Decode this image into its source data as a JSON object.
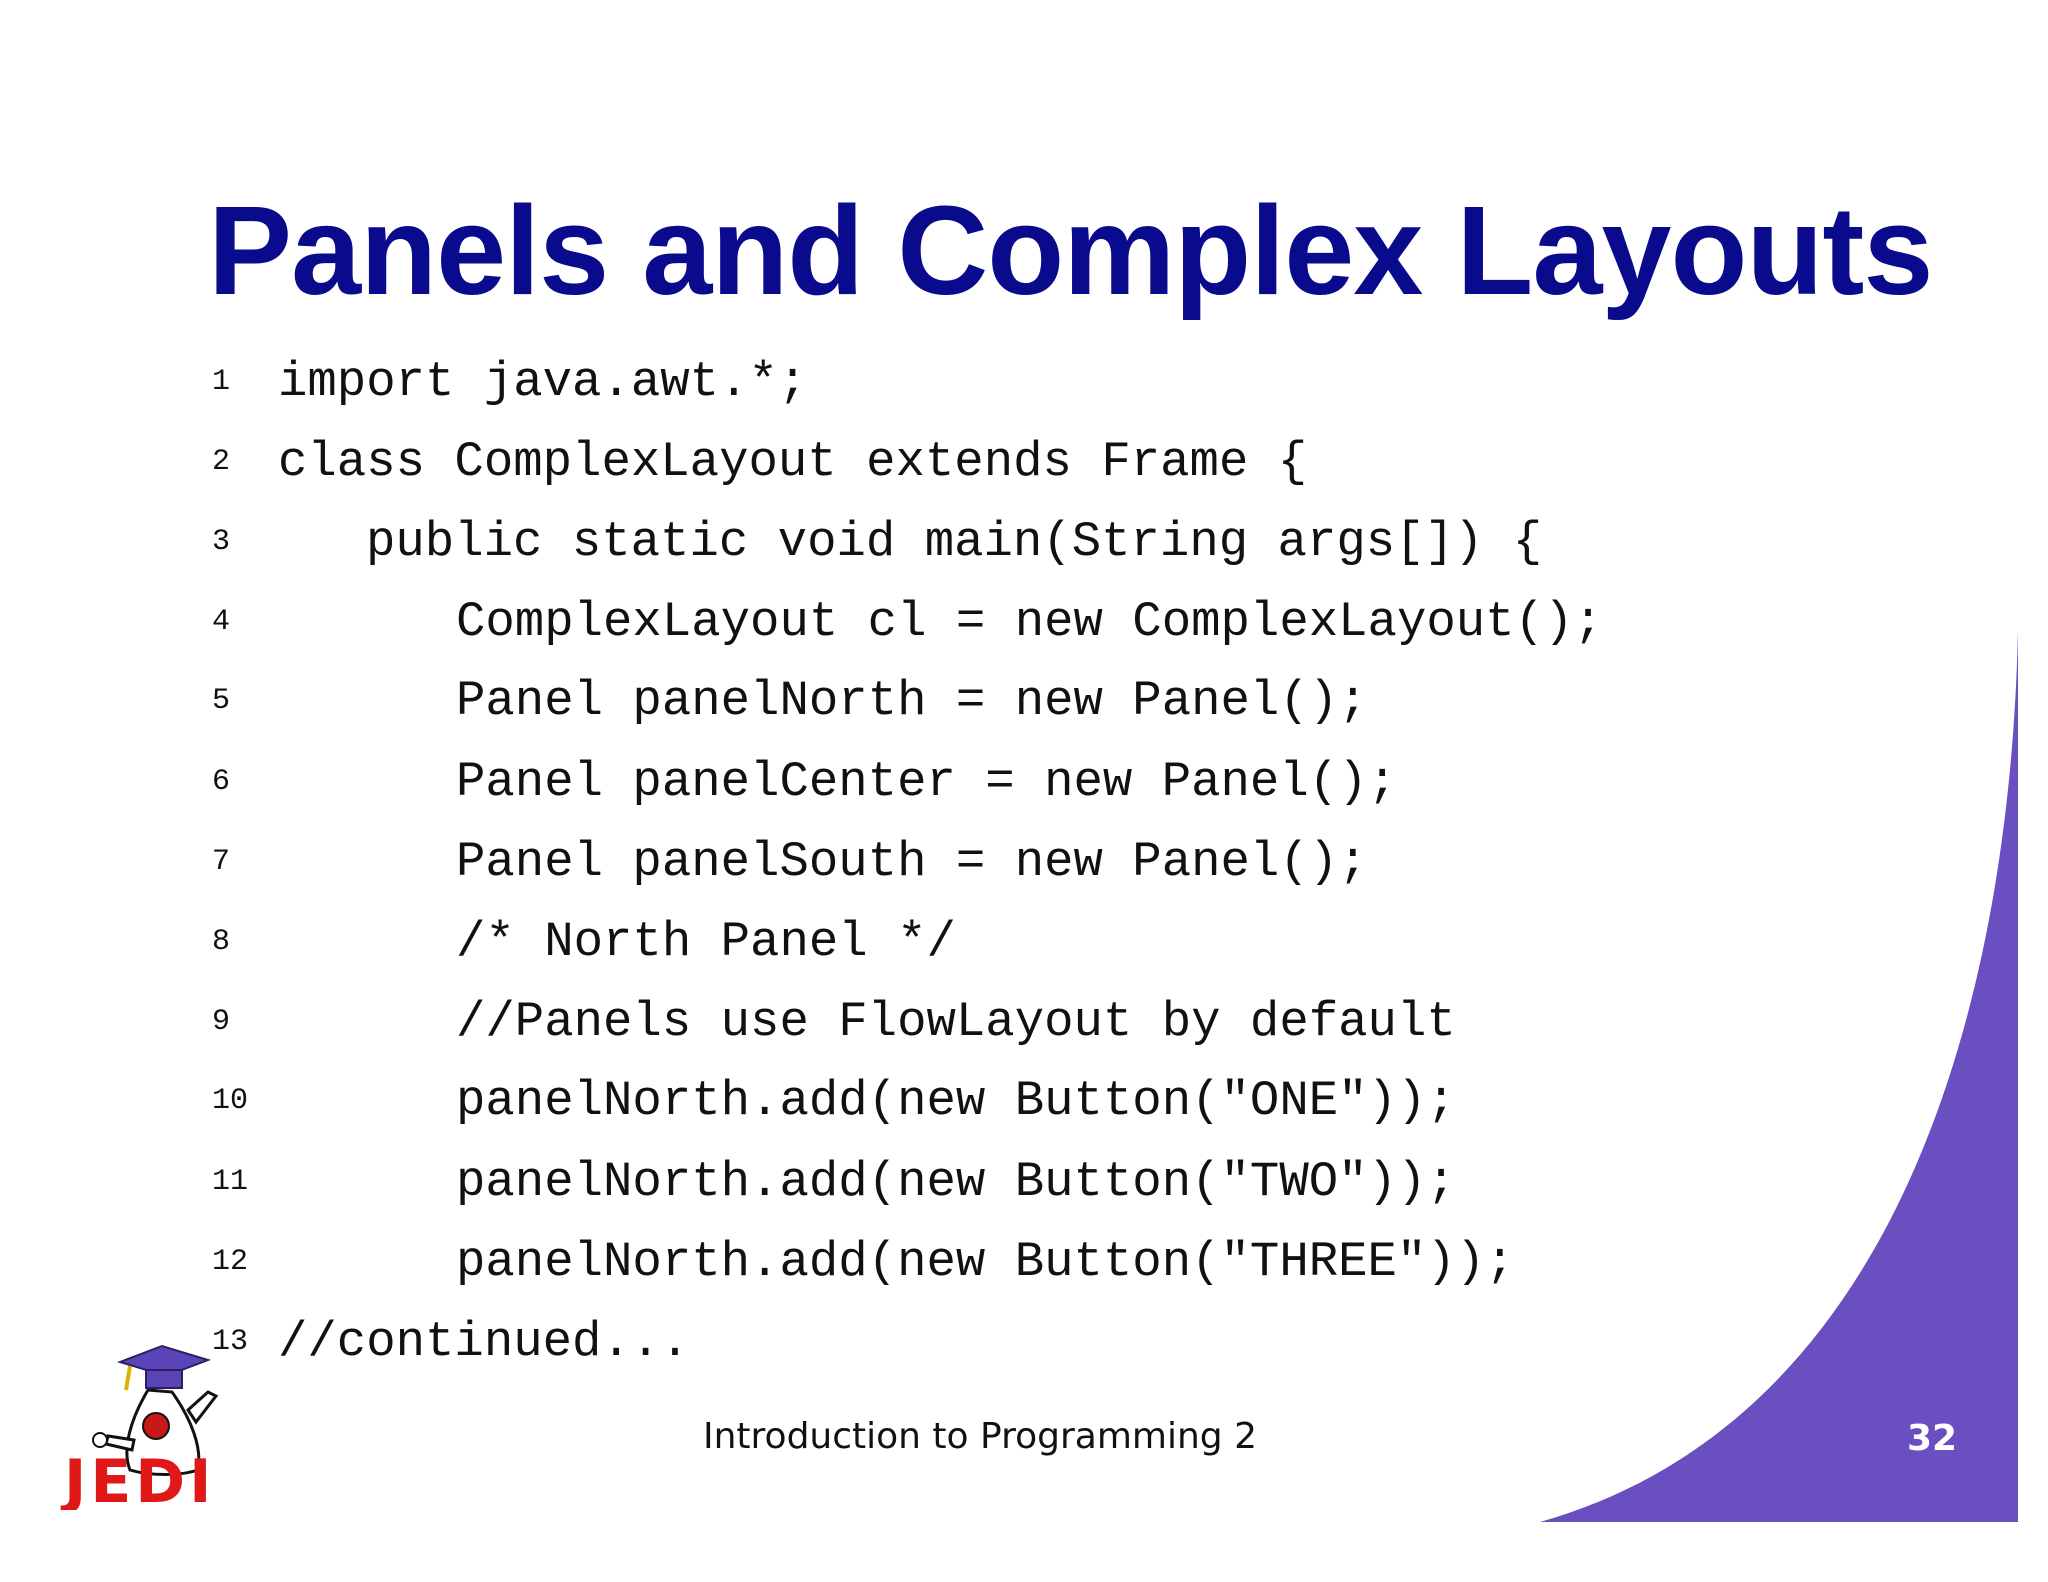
{
  "slide": {
    "title": "Panels and Complex Layouts",
    "code_lines": [
      {
        "num": "1",
        "text": "import java.awt.*;"
      },
      {
        "num": "2",
        "text": "class ComplexLayout extends Frame {"
      },
      {
        "num": "3",
        "text": "public static void main(String args[]) {"
      },
      {
        "num": "4",
        "text": "ComplexLayout cl = new ComplexLayout();"
      },
      {
        "num": "5",
        "text": "Panel panelNorth = new Panel();"
      },
      {
        "num": "6",
        "text": "Panel panelCenter = new Panel();"
      },
      {
        "num": "7",
        "text": "Panel panelSouth = new Panel();"
      },
      {
        "num": "8",
        "text": "/* North Panel */"
      },
      {
        "num": "9",
        "text": "//Panels use FlowLayout by default"
      },
      {
        "num": "10",
        "text": "panelNorth.add(new Button(\"ONE\"));"
      },
      {
        "num": "11",
        "text": "panelNorth.add(new Button(\"TWO\"));"
      },
      {
        "num": "12",
        "text": "panelNorth.add(new Button(\"THREE\"));"
      },
      {
        "num": "13",
        "text": "//continued..."
      }
    ],
    "footer": "Introduction to Programming 2",
    "page_number": "32",
    "logo_text": "JEDI",
    "colors": {
      "title": "#0a0a8c",
      "accent_curve": "#6a4fc1",
      "logo_red": "#e01818"
    }
  }
}
